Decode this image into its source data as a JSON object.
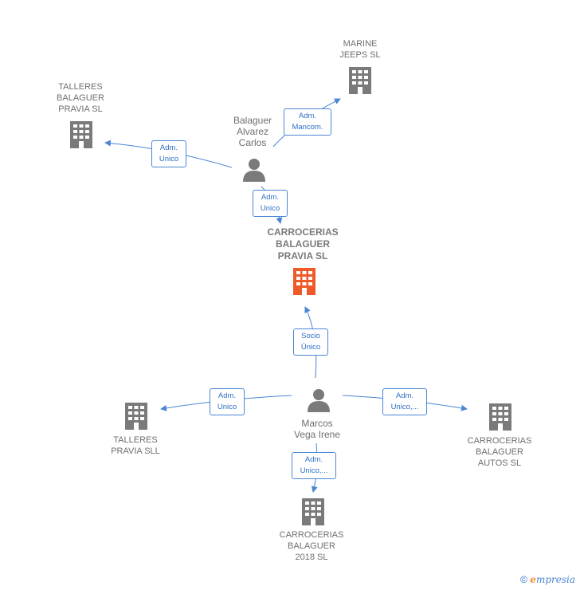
{
  "nodes": {
    "marine": {
      "label": "MARINE\nJEEPS SL",
      "icon": "building-icon",
      "color": "#7a7a7a"
    },
    "talleres_pravia_sl": {
      "label": "TALLERES\nBALAGUER\nPRAVIA  SL",
      "icon": "building-icon",
      "color": "#7a7a7a"
    },
    "balaguer_person": {
      "label": "Balaguer\nAlvarez\nCarlos",
      "icon": "person-icon",
      "color": "#7a7a7a"
    },
    "focal": {
      "label": "CARROCERIAS\nBALAGUER\nPRAVIA  SL",
      "icon": "building-icon",
      "color": "#f05a28"
    },
    "marcos_person": {
      "label": "Marcos\nVega Irene",
      "icon": "person-icon",
      "color": "#7a7a7a"
    },
    "talleres_pravia_sll": {
      "label": "TALLERES\nPRAVIA SLL",
      "icon": "building-icon",
      "color": "#7a7a7a"
    },
    "carrocerias_autos": {
      "label": "CARROCERIAS\nBALAGUER\nAUTOS  SL",
      "icon": "building-icon",
      "color": "#7a7a7a"
    },
    "carrocerias_2018": {
      "label": "CARROCERIAS\nBALAGUER\n2018  SL",
      "icon": "building-icon",
      "color": "#7a7a7a"
    }
  },
  "edges": {
    "e_marine": "Adm.\nMancom.",
    "e_talleres_sl": "Adm.\nUnico",
    "e_focal_balaguer": "Adm.\nUnico",
    "e_focal_marcos": "Socio\nÚnico",
    "e_talleres_sll": "Adm.\nUnico",
    "e_autos": "Adm.\nUnico,...",
    "e_2018": "Adm.\nUnico,..."
  },
  "colors": {
    "edge": "#4a86d4",
    "node": "#7a7a7a",
    "focal": "#f05a28"
  },
  "footer": {
    "copyright": "©",
    "brand_e": "e",
    "brand_rest": "mpresia"
  }
}
